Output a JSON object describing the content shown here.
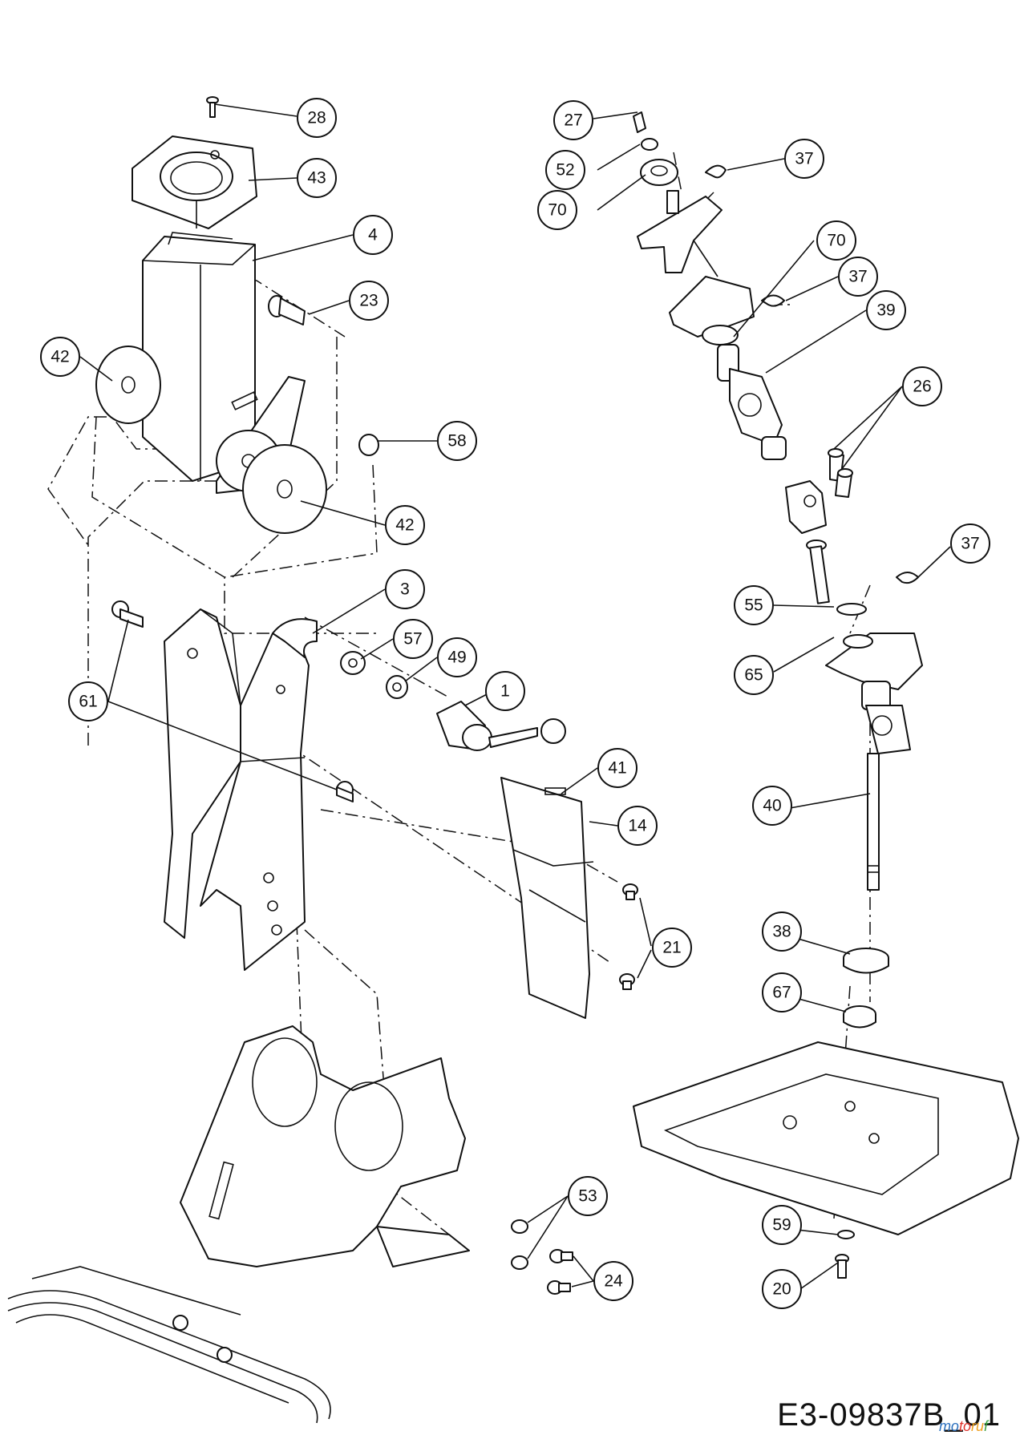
{
  "diagram_code": "E3-09837B_01",
  "watermark": "motoruf",
  "callouts": [
    {
      "id": "c28",
      "label": "28"
    },
    {
      "id": "c43",
      "label": "43"
    },
    {
      "id": "c4",
      "label": "4"
    },
    {
      "id": "c23",
      "label": "23"
    },
    {
      "id": "c42a",
      "label": "42"
    },
    {
      "id": "c58",
      "label": "58"
    },
    {
      "id": "c42b",
      "label": "42"
    },
    {
      "id": "c3",
      "label": "3"
    },
    {
      "id": "c57",
      "label": "57"
    },
    {
      "id": "c49",
      "label": "49"
    },
    {
      "id": "c1",
      "label": "1"
    },
    {
      "id": "c61",
      "label": "61"
    },
    {
      "id": "c41",
      "label": "41"
    },
    {
      "id": "c14",
      "label": "14"
    },
    {
      "id": "c21",
      "label": "21"
    },
    {
      "id": "c53",
      "label": "53"
    },
    {
      "id": "c24",
      "label": "24"
    },
    {
      "id": "c27",
      "label": "27"
    },
    {
      "id": "c52",
      "label": "52"
    },
    {
      "id": "c70a",
      "label": "70"
    },
    {
      "id": "c37a",
      "label": "37"
    },
    {
      "id": "c70b",
      "label": "70"
    },
    {
      "id": "c37b",
      "label": "37"
    },
    {
      "id": "c39",
      "label": "39"
    },
    {
      "id": "c26",
      "label": "26"
    },
    {
      "id": "c37c",
      "label": "37"
    },
    {
      "id": "c55",
      "label": "55"
    },
    {
      "id": "c65",
      "label": "65"
    },
    {
      "id": "c40",
      "label": "40"
    },
    {
      "id": "c38",
      "label": "38"
    },
    {
      "id": "c67",
      "label": "67"
    },
    {
      "id": "c59",
      "label": "59"
    },
    {
      "id": "c20",
      "label": "20"
    }
  ]
}
